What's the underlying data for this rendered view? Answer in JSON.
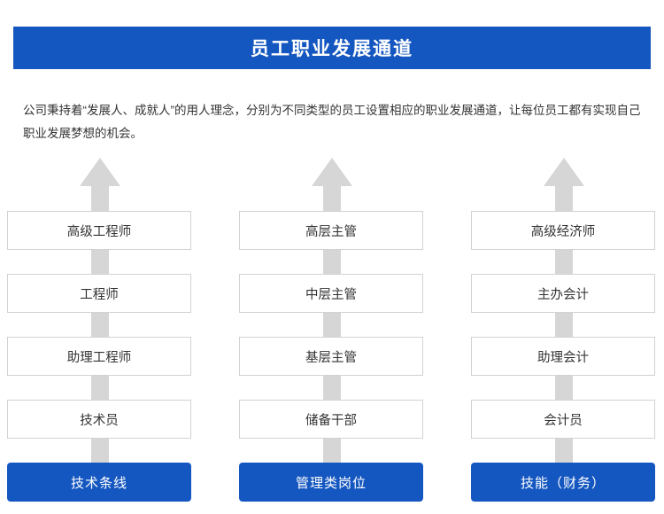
{
  "header": {
    "title": "员工职业发展通道",
    "background_color": "#1557c0",
    "text_color": "#ffffff"
  },
  "intro": {
    "text": "公司秉持着“发展人、成就人”的用人理念，分别为不同类型的员工设置相应的职业发展通道，让每位员工都有实现自己职业发展梦想的机会。"
  },
  "diagram": {
    "arrow_color": "#d6d6d6",
    "box_border_color": "#d2d2d2",
    "footer_color": "#1557c0",
    "columns": [
      {
        "name": "technical-track",
        "steps": [
          "高级工程师",
          "工程师",
          "助理工程师",
          "技术员"
        ],
        "footer": "技术条线"
      },
      {
        "name": "management-track",
        "steps": [
          "高层主管",
          "中层主管",
          "基层主管",
          "储备干部"
        ],
        "footer": "管理类岗位"
      },
      {
        "name": "finance-track",
        "steps": [
          "高级经济师",
          "主办会计",
          "助理会计",
          "会计员"
        ],
        "footer": "技能（财务）"
      }
    ]
  }
}
